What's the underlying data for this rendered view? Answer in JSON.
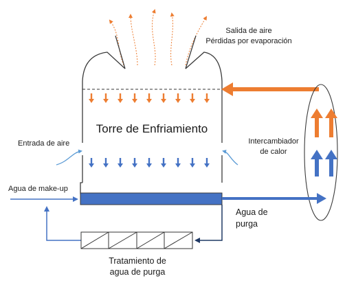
{
  "labels": {
    "air_outlet_line1": "Salida de aire",
    "air_outlet_line2": "Pérdidas por evaporación",
    "tower_title": "Torre de Enfriamiento",
    "air_inlet": "Entrada de aire",
    "heat_exchanger_line1": "Intercambiador",
    "heat_exchanger_line2": "de calor",
    "makeup_water": "Agua de make-up",
    "blowdown_line1": "Agua de",
    "blowdown_line2": "purga",
    "treatment_line1": "Tratamiento de",
    "treatment_line2": "agua de purga"
  },
  "colors": {
    "hot_water": "#ed7d31",
    "cold_water": "#4472c4",
    "basin_fill": "#4472c4",
    "outline": "#3a3a3a",
    "return_line": "#1f3864",
    "air_flow_in": "#5b9bd5"
  },
  "icons": {
    "hot_down_arrows": "arrow-down-icon",
    "cold_down_arrows": "arrow-down-icon",
    "exchanger_up_arrows": "arrow-up-icon",
    "air_plume": "steam-wisp-icon",
    "treatment_cells": "filter-cell-icon"
  }
}
